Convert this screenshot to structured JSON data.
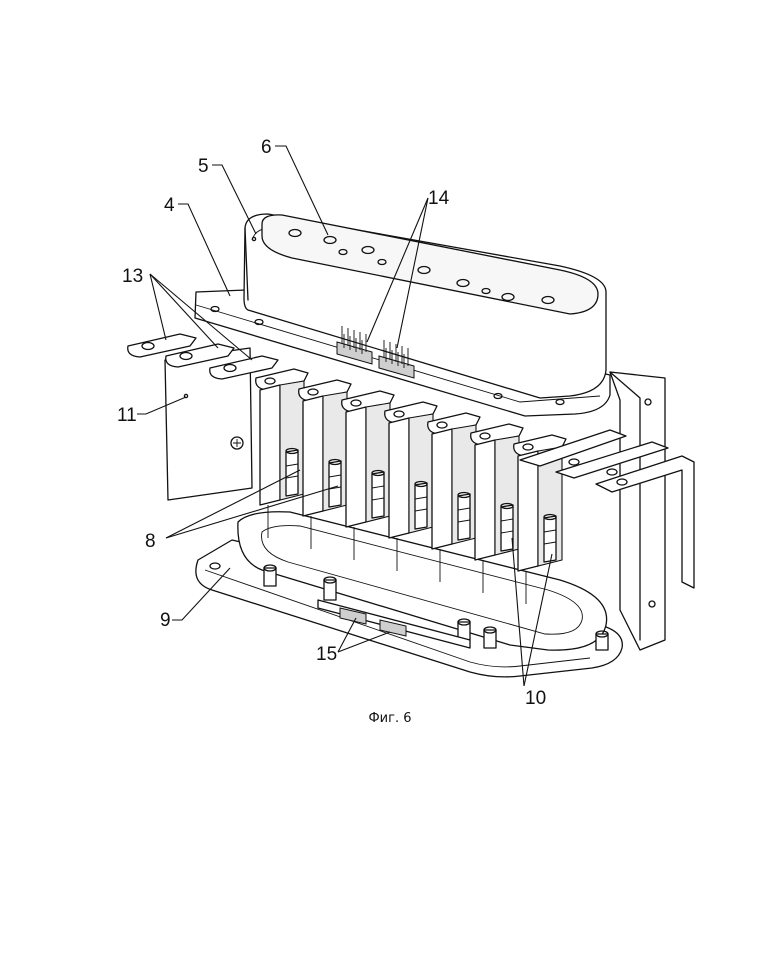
{
  "figure": {
    "caption": "Фиг. 6",
    "labels": {
      "l4": "4",
      "l5": "5",
      "l6": "6",
      "l8": "8",
      "l9": "9",
      "l10": "10",
      "l11": "11",
      "l13": "13",
      "l14": "14",
      "l15": "15"
    }
  }
}
